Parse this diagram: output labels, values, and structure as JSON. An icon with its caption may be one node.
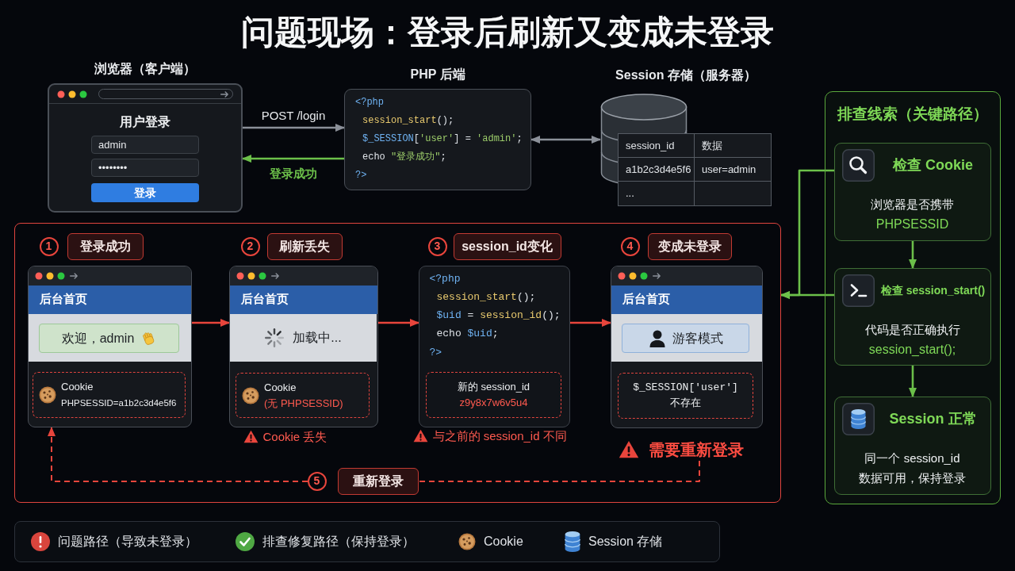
{
  "diagram": {
    "title": "问题现场：登录后刷新又变成未登录",
    "nodes": [
      {
        "text": [
          "浏览器（客户端）",
          "用户登录",
          "admin",
          "••••••••",
          "登录"
        ]
      },
      {
        "text": [
          "PHP 后端",
          "<?php",
          "session_start();",
          "$_SESSION['user'] = 'admin';",
          "echo \"登录成功\";",
          "?>"
        ]
      },
      {
        "text": [
          "Session 存储（服务器）",
          "session_id",
          "数据",
          "a1b2c3d4e5f6",
          "user=admin",
          "..."
        ]
      },
      {
        "text": [],
        "shape": "box"
      },
      {
        "text": [
          "1",
          "登录成功"
        ],
        "in": 3
      },
      {
        "text": [
          "后台首页"
        ],
        "in": 3
      },
      {
        "text": [
          "欢迎，admin"
        ],
        "in": 5
      },
      {
        "text": [
          "Cookie",
          "PHPSESSID=a1b2c3d4e5f6"
        ],
        "in": 5
      },
      {
        "text": [
          "2",
          "刷新丢失"
        ],
        "in": 3
      },
      {
        "text": [
          "后台首页"
        ],
        "in": 3,
        "beside": [
          "Cookie 丢失"
        ]
      },
      {
        "text": [
          "加载中..."
        ],
        "in": 9
      },
      {
        "text": [
          "Cookie",
          "(无 PHPSESSID)"
        ],
        "in": 9
      },
      {
        "text": [
          "3",
          "session_id变化"
        ],
        "in": 3
      },
      {
        "text": [
          "<?php",
          "session_start();",
          "$uid = session_id();",
          "echo $uid;",
          "?>"
        ],
        "in": 3,
        "beside": [
          "与之前的 session_id 不同"
        ]
      },
      {
        "text": [
          "新的 session_id",
          "z9y8x7w6v5u4"
        ],
        "in": 13
      },
      {
        "text": [
          "4",
          "变成未登录"
        ],
        "in": 3
      },
      {
        "text": [
          "后台首页"
        ],
        "in": 3
      },
      {
        "text": [
          "游客模式"
        ],
        "in": 16
      },
      {
        "text": [
          "$_SESSION['user'] 不存在"
        ],
        "in": 16
      },
      {
        "text": [
          "需要重新登录"
        ],
        "in": 3
      },
      {
        "text": [
          "5",
          "重新登录"
        ],
        "in": 3
      },
      {
        "text": [
          "排查线索（关键路径）"
        ]
      },
      {
        "text": [
          "检查 Cookie",
          "浏览器是否携带",
          "PHPSESSID"
        ],
        "in": 21
      },
      {
        "text": [
          "检查 session_start()",
          "代码是否正确执行",
          "session_start();"
        ],
        "in": 21
      },
      {
        "text": [
          "Session 正常",
          "同一个 session_id",
          "数据可用，保持登录"
        ],
        "in": 21
      }
    ],
    "edges": [
      {
        "from": 0,
        "to": 1,
        "arrow": "to",
        "label": "POST /login",
        "color": "#8b9099"
      },
      {
        "from": 1,
        "to": 0,
        "arrow": "to",
        "label": "登录成功",
        "color": "#6cc04a"
      },
      {
        "from": 1,
        "to": 2,
        "arrow": "both",
        "color": "#8b9099"
      },
      {
        "from": 5,
        "to": 9,
        "arrow": "to",
        "color": "#e8453c"
      },
      {
        "from": 9,
        "to": 13,
        "arrow": "to",
        "color": "#e8453c"
      },
      {
        "from": 13,
        "to": 16,
        "arrow": "to",
        "color": "#e8453c"
      },
      {
        "from": 19,
        "to": 20,
        "arrow": "none",
        "style": "dashed",
        "color": "#e8453c"
      },
      {
        "from": 20,
        "to": 5,
        "arrow": "to",
        "style": "dashed",
        "color": "#e8453c"
      },
      {
        "from": 22,
        "to": 23,
        "arrow": "to",
        "color": "#6cc04a"
      },
      {
        "from": 23,
        "to": 24,
        "arrow": "to",
        "color": "#6cc04a"
      },
      {
        "from": 22,
        "to": 3,
        "arrow": "to",
        "color": "#6cc04a"
      },
      {
        "from": 23,
        "to": 3,
        "arrow": "to",
        "color": "#6cc04a"
      }
    ],
    "legend": [
      {
        "text": "问题路径（导致未登录）",
        "color": "#d9453d"
      },
      {
        "text": "排查修复路径（保持登录）",
        "color": "#4fa843"
      },
      {
        "text": "Cookie"
      },
      {
        "text": "Session 存储"
      }
    ]
  }
}
